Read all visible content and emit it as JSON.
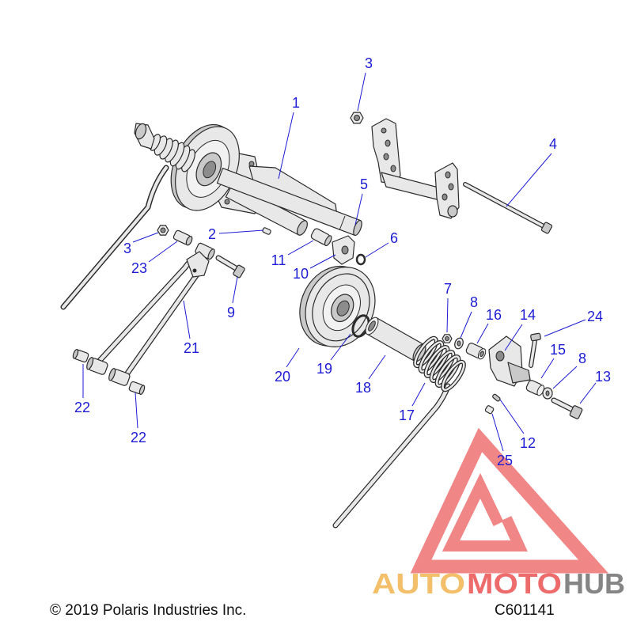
{
  "diagram": {
    "callouts": [
      "3",
      "1",
      "4",
      "5",
      "2",
      "3",
      "23",
      "11",
      "6",
      "10",
      "9",
      "7",
      "8",
      "16",
      "14",
      "24",
      "15",
      "8",
      "13",
      "21",
      "20",
      "19",
      "18",
      "17",
      "12",
      "25",
      "22",
      "22"
    ]
  },
  "footer": {
    "copyright": "© 2019 Polaris Industries Inc.",
    "drawing_number": "C601141"
  },
  "watermark": {
    "brand_part_1": "AUTO",
    "brand_part_2": "MOTO",
    "brand_part_3": "HUB"
  },
  "colors": {
    "callout": "#1c1cd4",
    "part_fill": "#e8e8e8",
    "part_stroke": "#2b2b2b",
    "logo_red": "#ee6b6b",
    "logo_gold": "#f3bf6a",
    "logo_gray": "#858585"
  }
}
